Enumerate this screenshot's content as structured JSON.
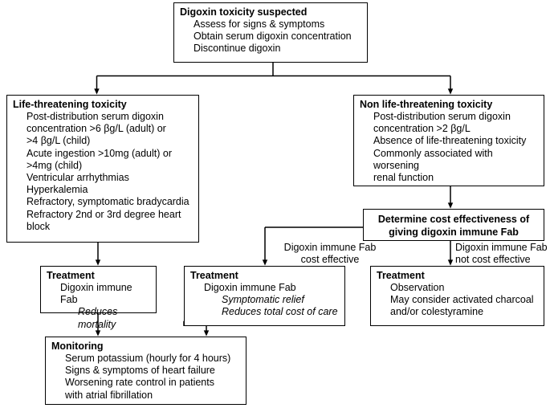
{
  "diagram": {
    "title": "Digoxin toxicity management flowchart",
    "line_color": "#000000",
    "box_border_color": "#000000",
    "background": "#ffffff"
  },
  "nodes": {
    "start": {
      "title": "Digoxin toxicity suspected",
      "lines": [
        "Assess for signs & symptoms",
        "Obtain serum digoxin concentration",
        "Discontinue digoxin"
      ]
    },
    "life_threatening": {
      "title": "Life-threatening toxicity",
      "lines": [
        "Post-distribution serum digoxin",
        "concentration >6 βg/L (adult) or",
        ">4 βg/L (child)",
        "Acute ingestion >10mg (adult) or",
        ">4mg (child)",
        "Ventricular arrhythmias",
        "Hyperkalemia",
        "Refractory, symptomatic bradycardia",
        "Refractory 2nd or 3rd degree heart",
        "block"
      ]
    },
    "non_life_threatening": {
      "title": "Non life-threatening toxicity",
      "lines": [
        "Post-distribution serum digoxin",
        "concentration >2 βg/L",
        "Absence of life-threatening toxicity",
        "Commonly associated with worsening",
        "renal function"
      ]
    },
    "decision": {
      "title_line_1": "Determine cost effectiveness of",
      "title_line_2": "giving digoxin immune Fab"
    },
    "treatment_left": {
      "title": "Treatment",
      "lines": [
        {
          "text": "Digoxin immune Fab",
          "italic": false,
          "indent": false
        },
        {
          "text": "Reduces mortality",
          "italic": true,
          "indent": true
        }
      ]
    },
    "treatment_middle": {
      "title": "Treatment",
      "lines": [
        {
          "text": "Digoxin immune Fab",
          "italic": false,
          "indent": false
        },
        {
          "text": "Symptomatic relief",
          "italic": true,
          "indent": true
        },
        {
          "text": "Reduces total cost of care",
          "italic": true,
          "indent": true
        }
      ]
    },
    "treatment_right": {
      "title": "Treatment",
      "lines": [
        {
          "text": "Observation",
          "italic": false,
          "indent": false
        },
        {
          "text": "May consider activated charcoal",
          "italic": false,
          "indent": false
        },
        {
          "text": "and/or colestyramine",
          "italic": false,
          "indent": false
        }
      ]
    },
    "monitoring": {
      "title": "Monitoring",
      "lines": [
        "Serum potassium (hourly for 4 hours)",
        "Signs & symptoms of heart failure",
        "Worsening rate control in patients",
        "with atrial fibrillation"
      ]
    }
  },
  "edge_labels": {
    "cost_effective": {
      "line_1": "Digoxin immune Fab",
      "line_2": "cost effective"
    },
    "not_cost_effective": {
      "line_1": "Digoxin immune Fab",
      "line_2": "not cost effective"
    }
  }
}
